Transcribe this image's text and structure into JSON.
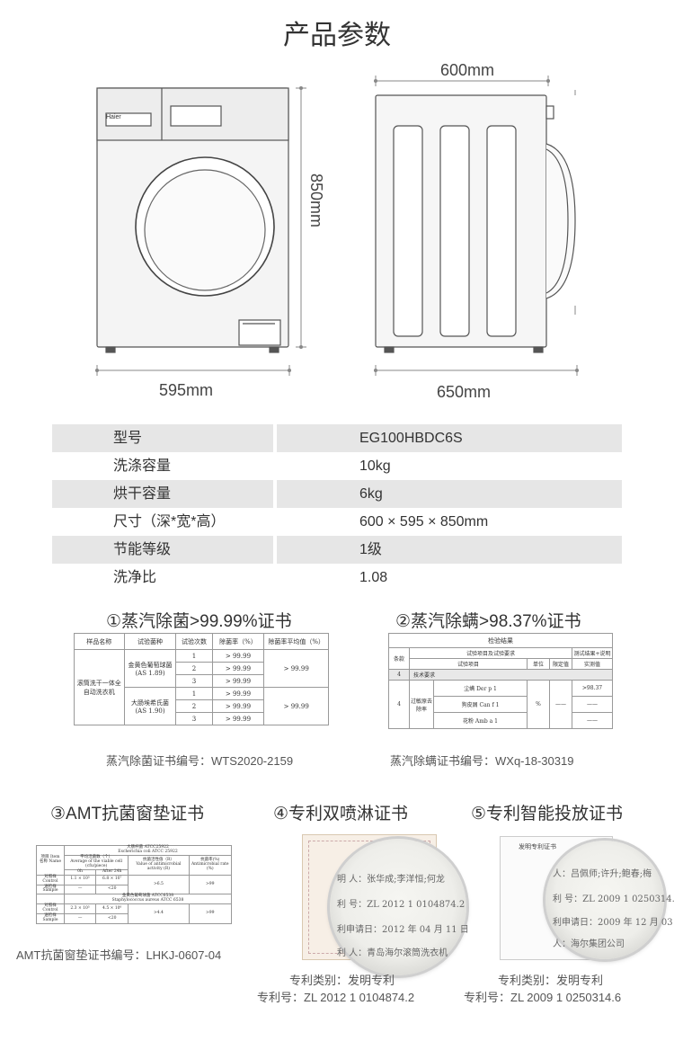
{
  "title": "产品参数",
  "dimensions": {
    "top_width": "600mm",
    "height": "850mm",
    "front_width": "595mm",
    "side_depth": "650mm",
    "brand_logo": "Haier"
  },
  "specs": [
    {
      "label": "型号",
      "value": "EG100HBDC6S"
    },
    {
      "label": "洗涤容量",
      "value": "10kg"
    },
    {
      "label": "烘干容量",
      "value": "6kg"
    },
    {
      "label": "尺寸（深*宽*高）",
      "value": "600 × 595 × 850mm"
    },
    {
      "label": "节能等级",
      "value": "1级"
    },
    {
      "label": "洗净比",
      "value": "1.08"
    }
  ],
  "cert1": {
    "title": "①蒸汽除菌>99.99%证书",
    "headers": [
      "样品名称",
      "试验菌种",
      "试验次数",
      "除菌率（%）",
      "除菌率平均值（%）"
    ],
    "sample": "滚筒洗干一体全自动洗衣机",
    "strain1": "金黄色葡萄球菌",
    "strain1_code": "(AS 1.89)",
    "strain2": "大肠埃希氏菌",
    "strain2_code": "(AS 1.90)",
    "runs": [
      "1",
      "2",
      "3"
    ],
    "rate": "> 99.99",
    "avg": "> 99.99",
    "caption": "蒸汽除菌证书编号：WTS2020-2159"
  },
  "cert2": {
    "title": "②蒸汽除螨>98.37%证书",
    "table_title": "检验结果",
    "col_item_no": "条款",
    "col_items": "试验项目及试验要求",
    "col_item": "试验项目",
    "col_unit": "单位",
    "col_limit": "限定值",
    "col_result": "测试结果+说明",
    "col_measured": "实测值",
    "row4": "4",
    "tech": "技术要求",
    "group": "过敏原去除率",
    "items": [
      "尘螨 Der p 1",
      "狗皮屑 Can f 1",
      "花粉 Amb a 1"
    ],
    "unit": "%",
    "limit": "——",
    "results": [
      ">98.37",
      "——",
      "——"
    ],
    "caption": "蒸汽除螨证书编号：WXq-18-30319"
  },
  "cert3": {
    "title": "③AMT抗菌窗垫证书",
    "strain_a": "大肠杆菌 ATCC25922",
    "strain_a_latin": "Escherichia coli ATCC 25922",
    "col_item": "项目 Item",
    "col_name": "名称 Name",
    "col_count": "平均活菌数（个）",
    "col_count_en": "Average of the viable cell (cfu/piece)",
    "col_0h": "0h",
    "col_24h": "After 24h",
    "col_value": "抗菌活性值（R）",
    "col_value_en": "Value of antimicrobial activity (R)",
    "col_rate": "抗菌率(%)",
    "col_rate_en": "Antimicrobial rate (%)",
    "control": "对照样 Control",
    "sample": "送检样 Sample",
    "ctrl_0h_a": "1.1 × 10⁵",
    "ctrl_24h_a": "6.8 × 10⁷",
    "smp_24h_a": "<20",
    "smp_val_a": ">6.5",
    "smp_rate_a": ">99",
    "strain_b": "金黄色葡萄球菌 ATCC6538",
    "strain_b_latin": "Staphylococcus aureus ATCC 6538",
    "ctrl_0h_b": "2.3 × 10⁵",
    "ctrl_24h_b": "4.5 × 10⁶",
    "smp_24h_b": "<20",
    "smp_val_b": ">4.4",
    "smp_rate_b": ">99",
    "dash": "—",
    "caption": "AMT抗菌窗垫证书编号：LHKJ-0607-04"
  },
  "cert4": {
    "title": "④专利双喷淋证书",
    "lens_lines": [
      "明    人：张华成;李洋恒;何龙",
      "利    号：ZL 2012 1 0104874.2",
      "利申请日：2012 年 04 月 11 日",
      "利    人：青岛海尔滚筒洗衣机"
    ],
    "caption_type": "专利类别：发明专利",
    "caption_no": "专利号：ZL 2012 1 0104874.2"
  },
  "cert5": {
    "title": "⑤专利智能投放证书",
    "doc_title": "发明专利证书",
    "lens_lines": [
      "人：吕佩师;许升;鲍春;梅",
      "利    号：ZL 2009 1 0250314.6",
      "利申请日：2009 年 12 月 03 日",
      "人：海尔集团公司"
    ],
    "caption_type": "专利类别：发明专利",
    "caption_no": "专利号：ZL 2009 1 0250314.6"
  }
}
